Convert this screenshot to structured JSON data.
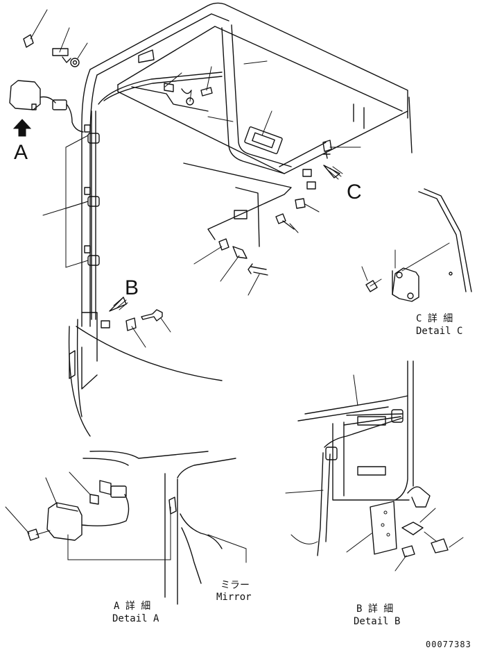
{
  "view_labels": {
    "A": "A",
    "B": "B",
    "C": "C"
  },
  "details": {
    "c_jp": "C 詳 細",
    "c_en": "Detail C",
    "a_jp": "A 詳 細",
    "a_en": "Detail A",
    "b_jp": "B 詳 細",
    "b_en": "Detail B"
  },
  "mirror": {
    "jp": "ミラー",
    "en": "Mirror"
  },
  "drawing_number": "00077383"
}
